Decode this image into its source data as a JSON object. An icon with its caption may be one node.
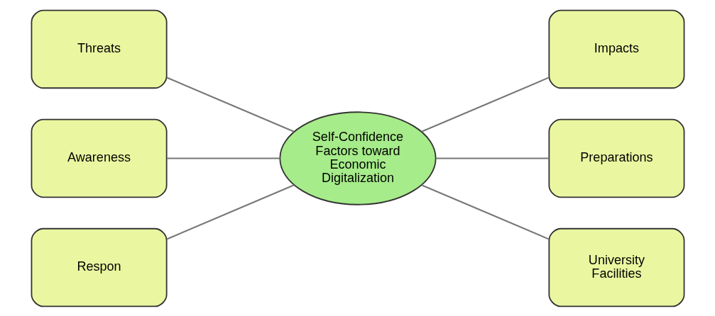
{
  "diagram": {
    "nodes": [
      {
        "text": [
          "Self-Confidence Factors toward Economic Digitalization"
        ]
      },
      {
        "text": [
          "Threats"
        ]
      },
      {
        "text": [
          "Awareness"
        ]
      },
      {
        "text": [
          "Respon"
        ]
      },
      {
        "text": [
          "Impacts"
        ]
      },
      {
        "text": [
          "Preparations"
        ]
      },
      {
        "text": [
          "University Facilities"
        ]
      }
    ],
    "edges": [
      {
        "from": 1,
        "to": 0,
        "arrow": "none"
      },
      {
        "from": 2,
        "to": 0,
        "arrow": "none"
      },
      {
        "from": 3,
        "to": 0,
        "arrow": "none"
      },
      {
        "from": 0,
        "to": 4,
        "arrow": "none"
      },
      {
        "from": 0,
        "to": 5,
        "arrow": "none"
      },
      {
        "from": 0,
        "to": 6,
        "arrow": "none"
      }
    ]
  }
}
